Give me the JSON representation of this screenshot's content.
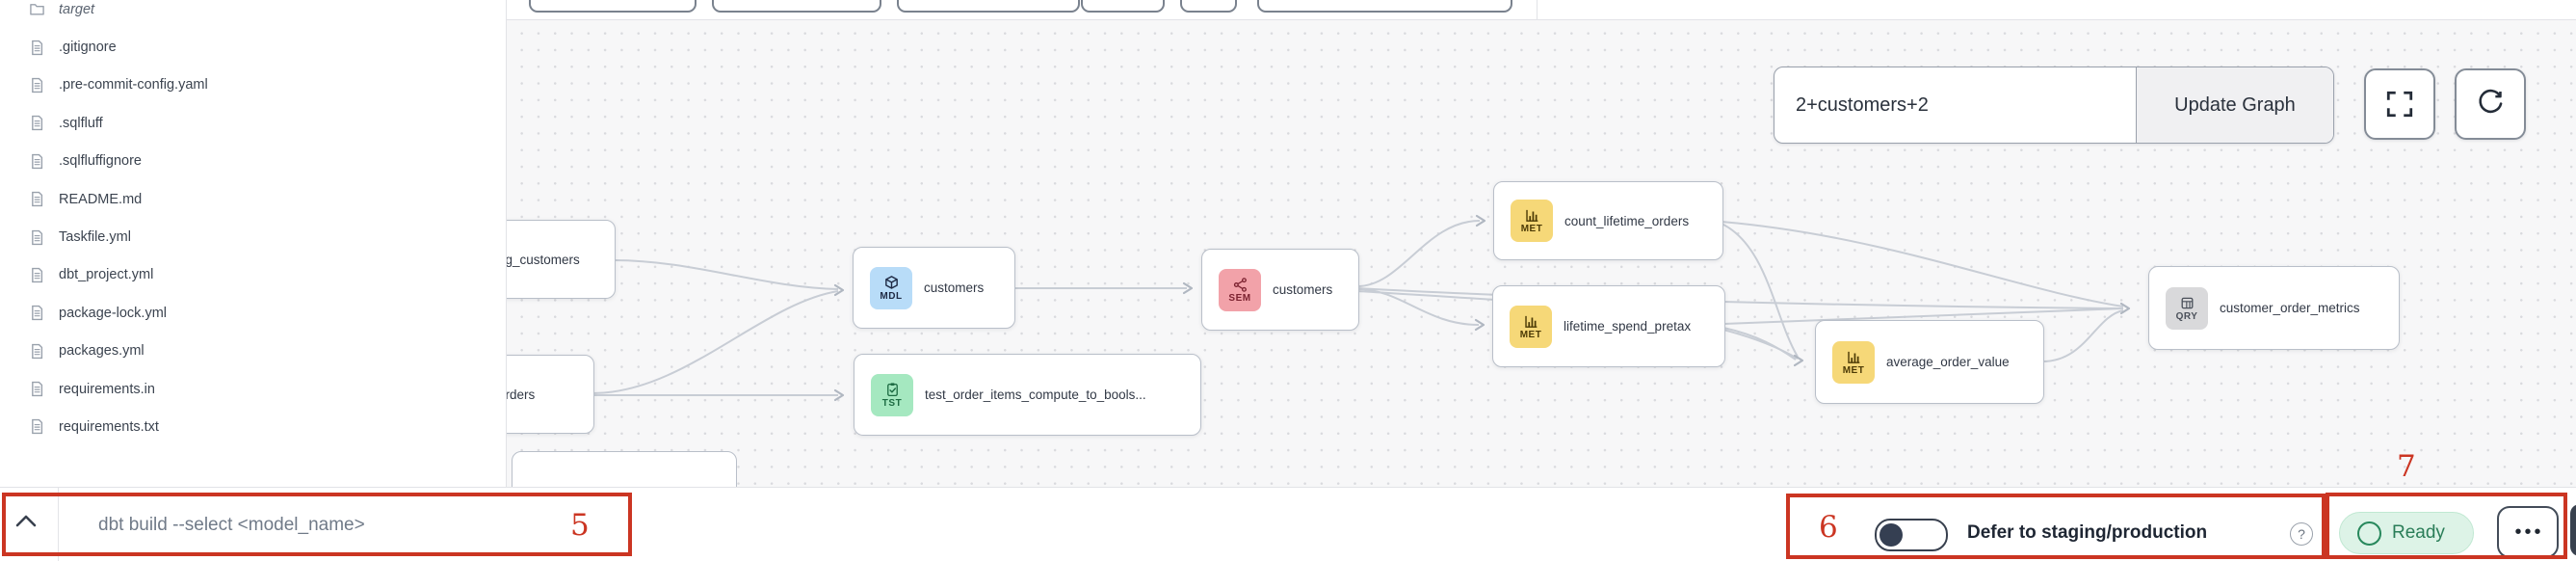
{
  "colors": {
    "annotation_red": "#cb3522",
    "canvas_bg": "#f7f7f8",
    "node_border": "#b9bfc9",
    "edge_gray": "#c8cdd5",
    "badge_mdl_bg": "#b8dcf8",
    "badge_sem_bg": "#f2a2a9",
    "badge_met_bg": "#f6d878",
    "badge_tst_bg": "#a5e8c0",
    "badge_qry_bg": "#d9d9db",
    "ready_bg": "#ddf3e7",
    "ready_text": "#2a7d58",
    "toggle_knob": "#353f52"
  },
  "file_panel": {
    "items": [
      {
        "name": "target",
        "type": "folder",
        "icon": "folder-icon"
      },
      {
        "name": ".gitignore",
        "type": "file",
        "icon": "file-icon"
      },
      {
        "name": ".pre-commit-config.yaml",
        "type": "file",
        "icon": "file-icon"
      },
      {
        "name": ".sqlfluff",
        "type": "file",
        "icon": "file-icon"
      },
      {
        "name": ".sqlfluffignore",
        "type": "file",
        "icon": "file-icon"
      },
      {
        "name": "README.md",
        "type": "file",
        "icon": "file-icon"
      },
      {
        "name": "Taskfile.yml",
        "type": "file",
        "icon": "file-icon"
      },
      {
        "name": "dbt_project.yml",
        "type": "file",
        "icon": "file-icon"
      },
      {
        "name": "package-lock.yml",
        "type": "file",
        "icon": "file-icon"
      },
      {
        "name": "packages.yml",
        "type": "file",
        "icon": "file-icon"
      },
      {
        "name": "requirements.in",
        "type": "file",
        "icon": "file-icon"
      },
      {
        "name": "requirements.txt",
        "type": "file",
        "icon": "file-icon"
      }
    ]
  },
  "graph": {
    "selector": {
      "value": "2+customers+2",
      "update_button": "Update Graph"
    },
    "nodes": [
      {
        "label": "stg_customers",
        "badge": ""
      },
      {
        "label": "orders",
        "badge": ""
      },
      {
        "label": "customers",
        "badge": "MDL",
        "badge_icon": "cube-icon"
      },
      {
        "label": "test_order_items_compute_to_bools...",
        "badge": "TST",
        "badge_icon": "clipboard-check-icon"
      },
      {
        "label": "customers",
        "badge": "SEM",
        "badge_icon": "share-icon"
      },
      {
        "label": "count_lifetime_orders",
        "badge": "MET",
        "badge_icon": "bar-chart-icon"
      },
      {
        "label": "lifetime_spend_pretax",
        "badge": "MET",
        "badge_icon": "bar-chart-icon"
      },
      {
        "label": "average_order_value",
        "badge": "MET",
        "badge_icon": "bar-chart-icon"
      },
      {
        "label": "customer_order_metrics",
        "badge": "QRY",
        "badge_icon": "table-icon"
      }
    ]
  },
  "bottom_bar": {
    "command_placeholder": "dbt build --select <model_name>",
    "defer_label": "Defer to staging/production",
    "help_icon_glyph": "?",
    "status_label": "Ready",
    "more_label": "•••"
  },
  "annotations": {
    "n5": "5",
    "n6": "6",
    "n7": "7"
  }
}
